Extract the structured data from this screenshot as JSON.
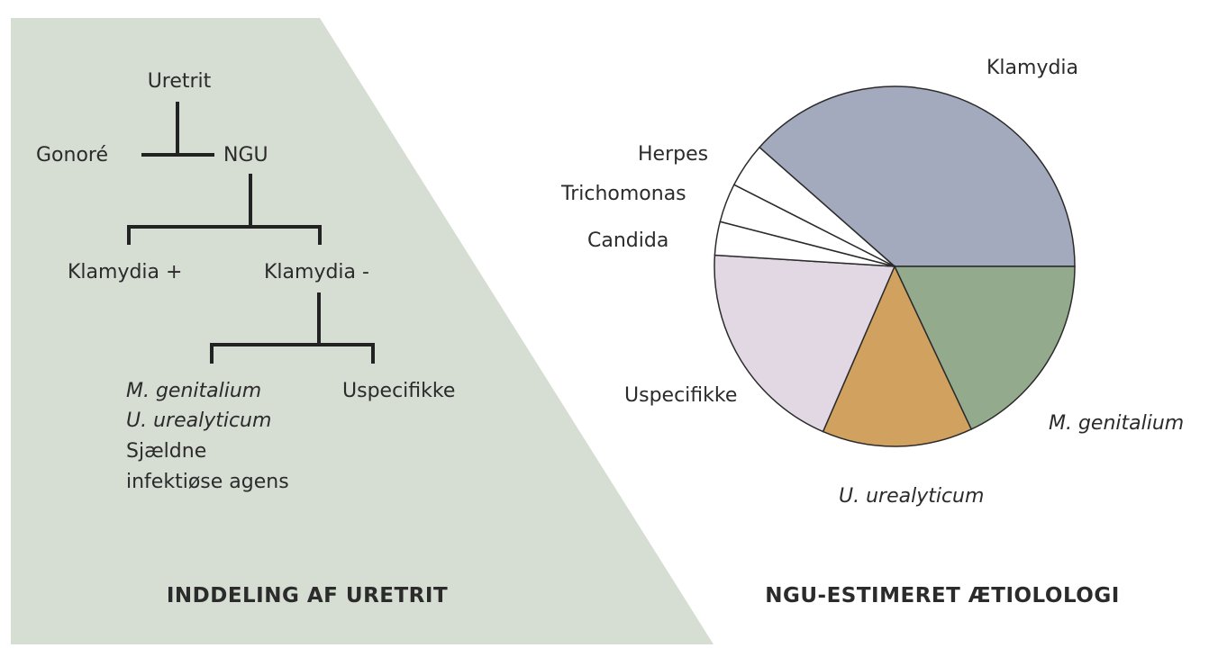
{
  "left_panel": {
    "title": "INDDELING AF URETRIT",
    "background_color": "#d6ddd3",
    "tree": {
      "root": "Uretrit",
      "level1": [
        "Gonoré",
        "NGU"
      ],
      "level2": [
        "Klamydia +",
        "Klamydia -"
      ],
      "level3_left_items": [
        "M. genitalium",
        "U. urealyticum",
        "Sjældne",
        "infektiøse agens"
      ],
      "level3_left_italic": [
        true,
        true,
        false,
        false
      ],
      "level3_right": "Uspecifikke"
    }
  },
  "chart_data": {
    "type": "pie",
    "title": "NGU-ESTIMERET ÆTIOLOLOGI",
    "slices": [
      {
        "label": "Klamydia",
        "value": 38.5,
        "color": "#a4aabd",
        "italic": false
      },
      {
        "label": "M. genitalium",
        "value": 18,
        "color": "#93ab8c",
        "italic": true
      },
      {
        "label": "U. urealyticum",
        "value": 13.5,
        "color": "#d1a25f",
        "italic": true
      },
      {
        "label": "Uspecifikke",
        "value": 19.5,
        "color": "#e1d8e3",
        "italic": false
      },
      {
        "label": "Candida",
        "value": 3,
        "color": "#ffffff",
        "italic": false
      },
      {
        "label": "Trichomonas",
        "value": 3.5,
        "color": "#ffffff",
        "italic": false
      },
      {
        "label": "Herpes",
        "value": 4,
        "color": "#ffffff",
        "italic": false
      }
    ],
    "start_angle_deg": 0,
    "direction": "clockwise"
  }
}
